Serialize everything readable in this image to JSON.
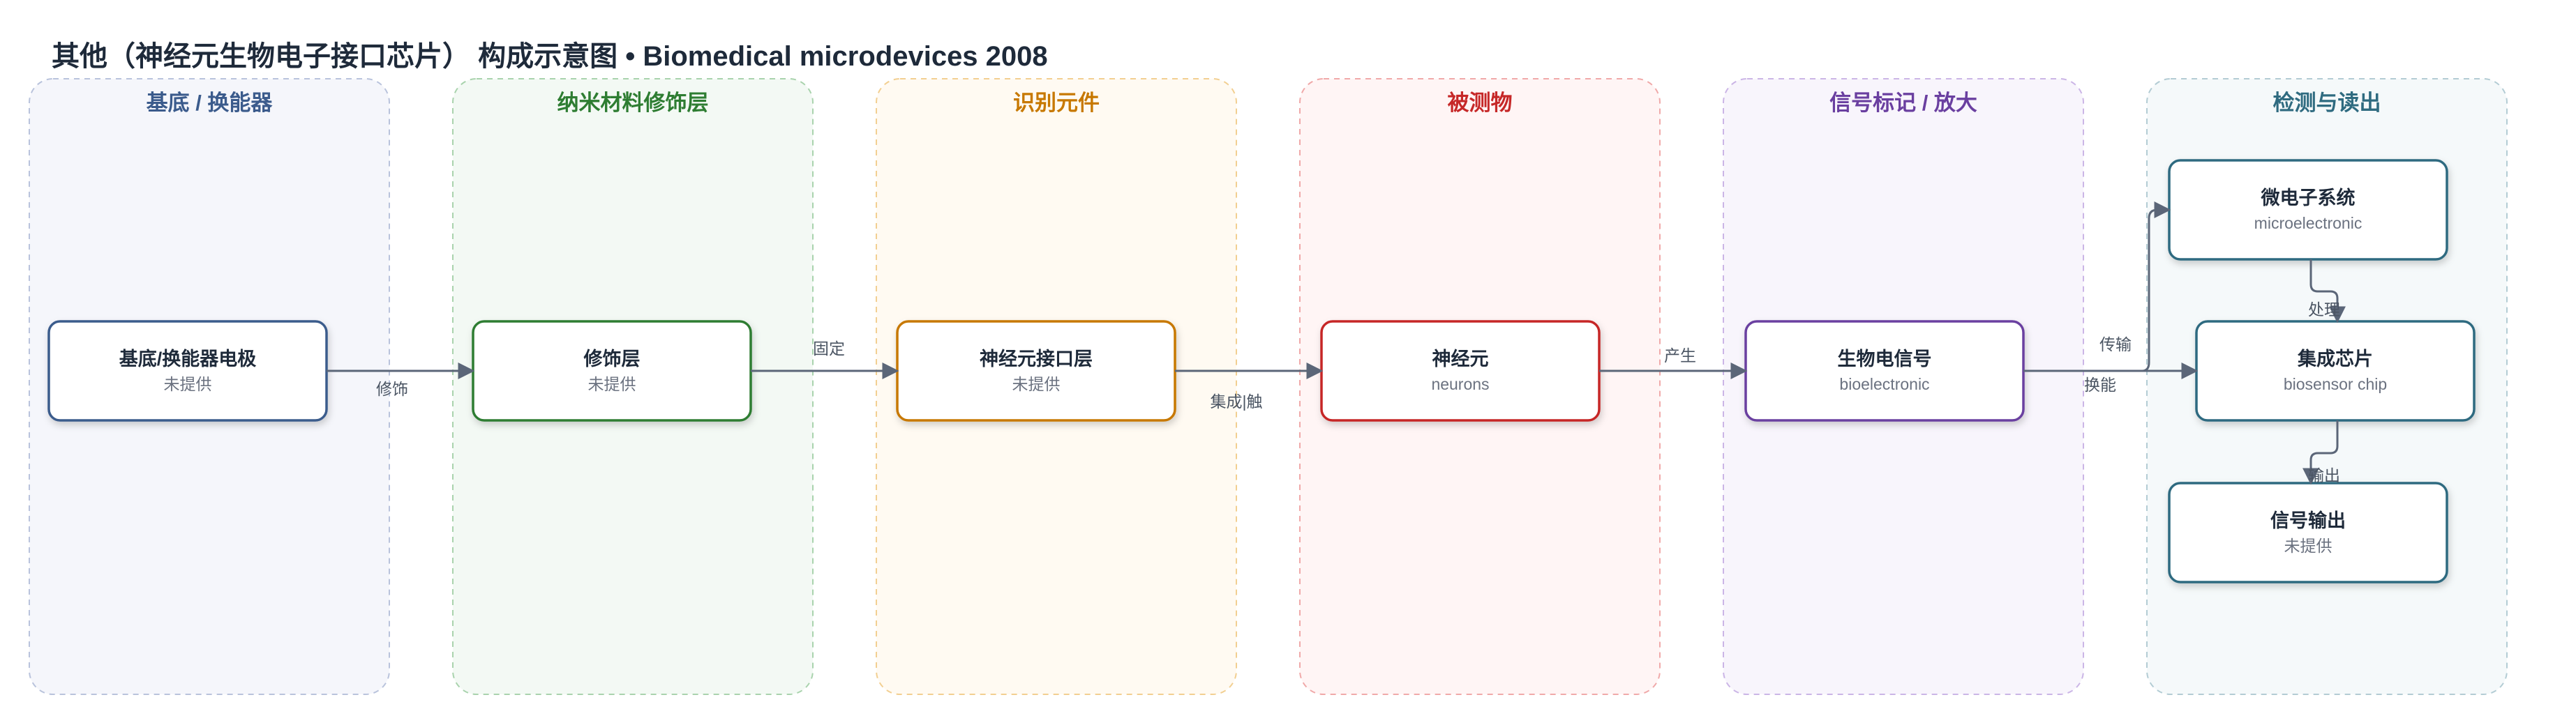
{
  "title": "其他（神经元生物电子接口芯片） 构成示意图 • Biomedical microdevices 2008",
  "lanes": [
    {
      "label": "基底 / 换能器",
      "color": "#3b5b8c",
      "fill": "#f5f6fb",
      "stroke": "#b9c3dc"
    },
    {
      "label": "纳米材料修饰层",
      "color": "#2e7d32",
      "fill": "#f3f9f4",
      "stroke": "#a9d3ad"
    },
    {
      "label": "识别元件",
      "color": "#c77800",
      "fill": "#fffaf2",
      "stroke": "#f2cf91"
    },
    {
      "label": "被测物",
      "color": "#c62828",
      "fill": "#fff5f5",
      "stroke": "#f0a9a9"
    },
    {
      "label": "信号标记 / 放大",
      "color": "#6a3fa0",
      "fill": "#f8f5fc",
      "stroke": "#cbb5e6"
    },
    {
      "label": "检测与读出",
      "color": "#2f6b80",
      "fill": "#f5f9fa",
      "stroke": "#b3ccd4"
    }
  ],
  "nodes": [
    {
      "id": "electrode",
      "title": "基底/换能器电极",
      "sub": "未提供",
      "lane": 0,
      "border": "#3b5b8c"
    },
    {
      "id": "modlayer",
      "title": "修饰层",
      "sub": "未提供",
      "lane": 1,
      "border": "#2e7d32"
    },
    {
      "id": "interface",
      "title": "神经元接口层",
      "sub": "未提供",
      "lane": 2,
      "border": "#c77800"
    },
    {
      "id": "neurons",
      "title": "神经元",
      "sub": "neurons",
      "lane": 3,
      "border": "#c62828"
    },
    {
      "id": "bioelectric",
      "title": "生物电信号",
      "sub": "bioelectronic",
      "lane": 4,
      "border": "#6a3fa0"
    },
    {
      "id": "microelectronic",
      "title": "微电子系统",
      "sub": "microelectronic",
      "lane": 5,
      "border": "#2f6b80"
    },
    {
      "id": "chip",
      "title": "集成芯片",
      "sub": "biosensor chip",
      "lane": 5,
      "border": "#2f6b80"
    },
    {
      "id": "output",
      "title": "信号输出",
      "sub": "未提供",
      "lane": 5,
      "border": "#2f6b80"
    }
  ],
  "edges": [
    {
      "from": "electrode",
      "to": "modlayer",
      "label": "修饰"
    },
    {
      "from": "modlayer",
      "to": "interface",
      "label": "固定"
    },
    {
      "from": "interface",
      "to": "neurons",
      "label": "集成|触"
    },
    {
      "from": "neurons",
      "to": "bioelectric",
      "label": "产生"
    },
    {
      "from": "bioelectric",
      "to": "microelectronic",
      "label": "传输"
    },
    {
      "from": "bioelectric",
      "to": "chip",
      "label": "换能"
    },
    {
      "from": "microelectronic",
      "to": "chip",
      "label": "处理"
    },
    {
      "from": "chip",
      "to": "output",
      "label": "输出"
    }
  ]
}
